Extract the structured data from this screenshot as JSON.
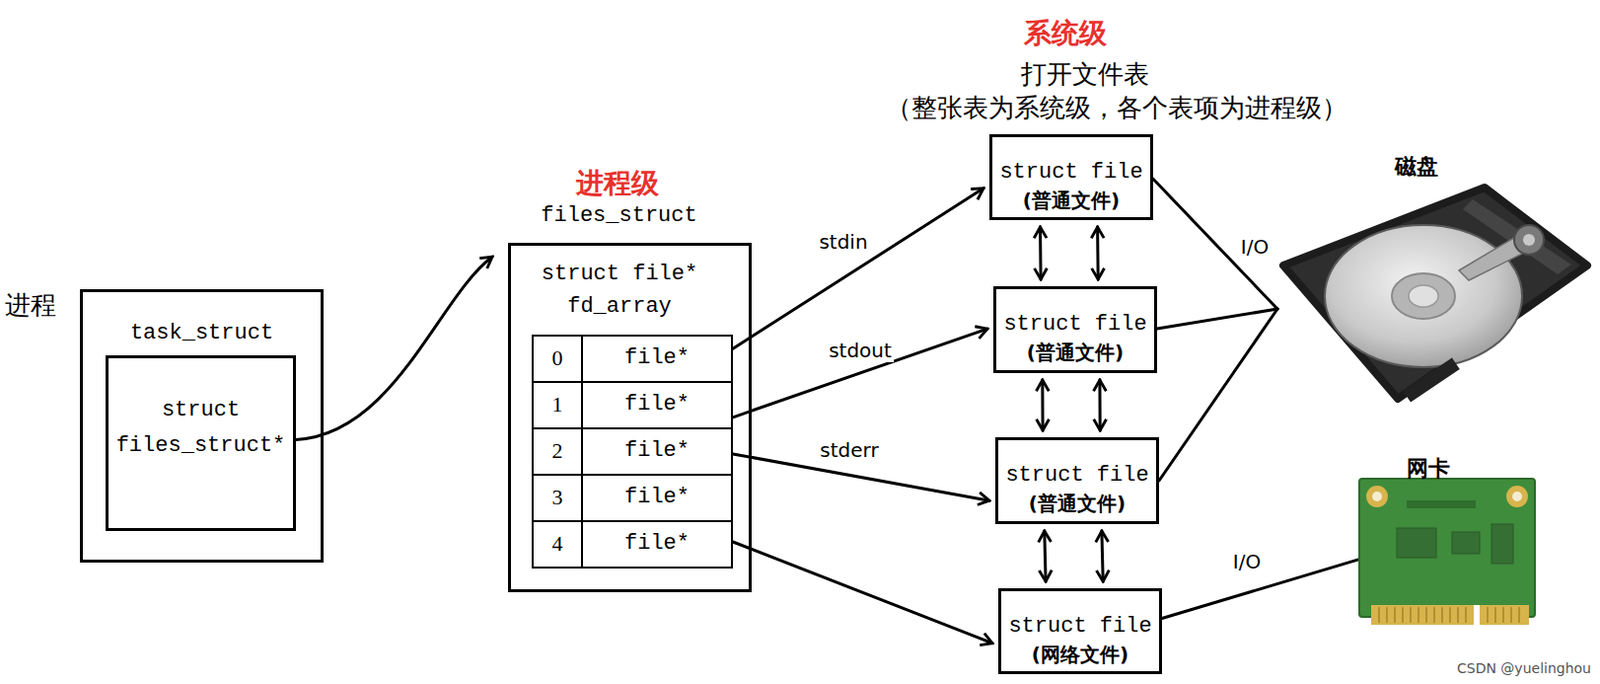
{
  "diagram": {
    "nodes": [
      {
        "text": [
          "进程",
          "task_struct"
        ]
      },
      {
        "text": [
          "struct files_struct*"
        ],
        "in": 0
      },
      {
        "text": [
          "进程级",
          "files_struct",
          "struct file* fd_array"
        ]
      },
      {
        "text": [
          "0",
          "file*"
        ],
        "in": 2
      },
      {
        "text": [
          "1",
          "file*"
        ],
        "in": 2
      },
      {
        "text": [
          "2",
          "file*"
        ],
        "in": 2
      },
      {
        "text": [
          "3",
          "file*"
        ],
        "in": 2
      },
      {
        "text": [
          "4",
          "file*"
        ],
        "in": 2
      },
      {
        "text": [
          "struct file",
          "(普通文件)"
        ]
      },
      {
        "text": [
          "struct file",
          "(普通文件)"
        ]
      },
      {
        "text": [
          "struct file",
          "(普通文件)"
        ]
      },
      {
        "text": [
          "struct file",
          "(网络文件)"
        ]
      },
      {
        "text": [
          "磁盘"
        ]
      },
      {
        "text": [
          "网卡"
        ]
      }
    ],
    "edges": [
      {
        "from": 1,
        "to": 2,
        "arrow": "to"
      },
      {
        "from": 3,
        "to": 8,
        "label": "stdin",
        "arrow": "to"
      },
      {
        "from": 4,
        "to": 9,
        "label": "stdout",
        "arrow": "to"
      },
      {
        "from": 5,
        "to": 10,
        "label": "stderr",
        "arrow": "to"
      },
      {
        "from": 7,
        "to": 11,
        "arrow": "to"
      },
      {
        "from": 8,
        "to": 9,
        "arrow": "both"
      },
      {
        "from": 8,
        "to": 9,
        "arrow": "both"
      },
      {
        "from": 9,
        "to": 10,
        "arrow": "both"
      },
      {
        "from": 9,
        "to": 10,
        "arrow": "both"
      },
      {
        "from": 10,
        "to": 11,
        "arrow": "both"
      },
      {
        "from": 10,
        "to": 11,
        "arrow": "both"
      },
      {
        "from": 8,
        "to": 12,
        "label": "I/O",
        "arrow": "none"
      },
      {
        "from": 9,
        "to": 12,
        "arrow": "none"
      },
      {
        "from": 10,
        "to": 12,
        "arrow": "none"
      },
      {
        "from": 11,
        "to": 13,
        "label": "I/O",
        "arrow": "none"
      }
    ],
    "labels": [
      "系统级",
      "打开文件表",
      "（整张表为系统级，各个表项为进程级）",
      "CSDN @yuelinghou"
    ]
  }
}
